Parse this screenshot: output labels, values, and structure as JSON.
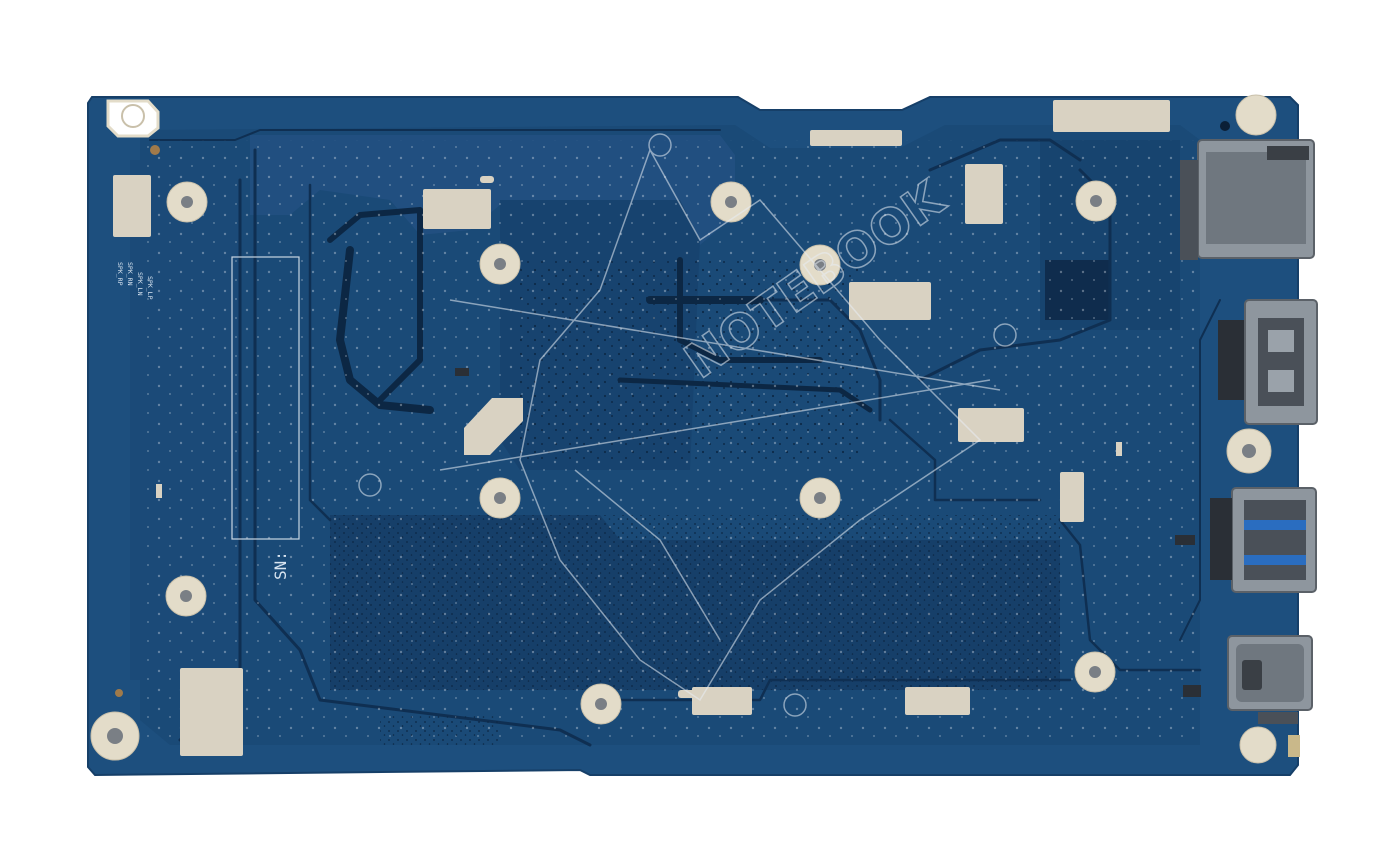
{
  "photo": {
    "subject": "laptop motherboard (bottom side)",
    "colors": {
      "background": "#ffffff",
      "board": "#1d4f7e",
      "board_dark": "#143d66",
      "trace_light": "#2b6496",
      "trace_dark": "#0f2f52",
      "pad": "#d9d2c2",
      "hole_ring": "#e3dcc9",
      "port_metal": "#8e969e",
      "port_dark": "#3a3f45",
      "silkscreen": "#d8e4f0",
      "watermark": "#e8eef5"
    }
  },
  "silkscreen": {
    "sn_label": "SN:",
    "speaker_labels": [
      "SPK_RP",
      "SPK_RN",
      "SPK_LN",
      "SPK_LP"
    ]
  },
  "watermark": {
    "text": "NOTEBOOK",
    "icon": "wrench-outline-icon"
  }
}
